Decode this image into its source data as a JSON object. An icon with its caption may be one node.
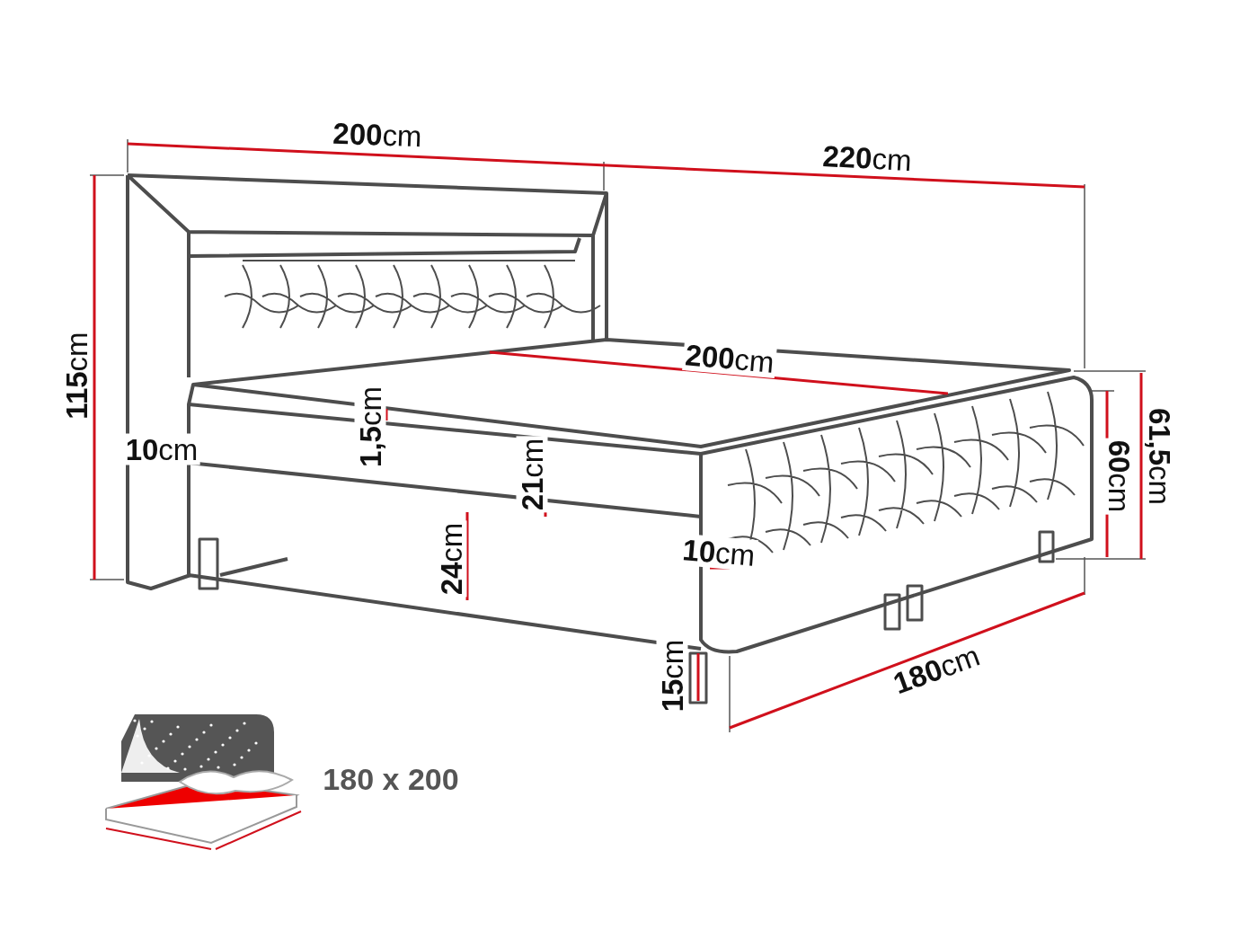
{
  "diagram": {
    "labels": [
      "**200**cm",
      "**220**cm",
      "**200**cm",
      "**115**cm",
      "**1,5**cm",
      "**10**cm",
      "**61,5**cm",
      "**21**cm",
      "**60**cm",
      "**10**cm",
      "**24**cm",
      "**180**cm",
      "**15**cm",
      "180 x 200"
    ]
  }
}
